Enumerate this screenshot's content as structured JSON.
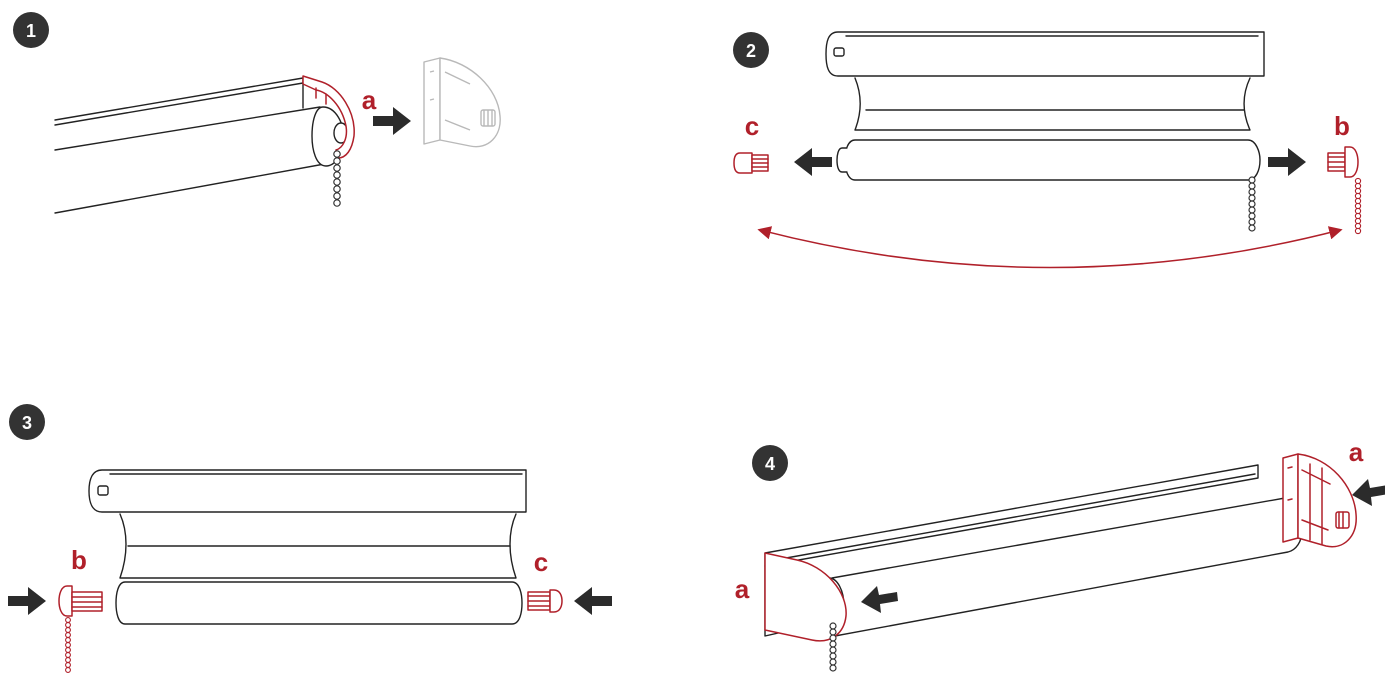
{
  "steps": [
    {
      "number": "1",
      "labels": {
        "a": "a"
      }
    },
    {
      "number": "2",
      "labels": {
        "b": "b",
        "c": "c"
      }
    },
    {
      "number": "3",
      "labels": {
        "b": "b",
        "c": "c"
      }
    },
    {
      "number": "4",
      "labels": {
        "a_left": "a",
        "a_right": "a"
      }
    }
  ],
  "colors": {
    "accent_red": "#b0202a",
    "badge": "#333333",
    "arrow": "#2b2b2b",
    "faded": "#b9b9b9"
  },
  "icons": [
    "right-arrow-icon",
    "left-arrow-icon",
    "curved-double-arrow-icon"
  ]
}
